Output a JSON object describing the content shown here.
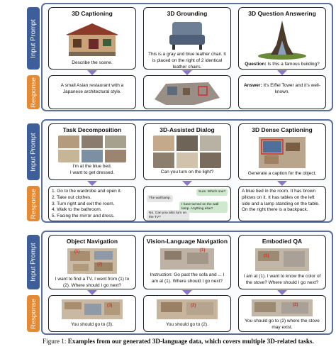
{
  "sections": {
    "prompt_label": "Input Prompt",
    "response_label": "Response"
  },
  "row1": [
    {
      "title": "3D Captioning",
      "prompt": "Describe the scene.",
      "response": "A small Asian restaurant with a Japanese architectural style."
    },
    {
      "title": "3D Grounding",
      "prompt": "This is a gray and blue leather chair. It is placed on the right of 2 identical leather chairs.",
      "response": ""
    },
    {
      "title": "3D Question Answering",
      "prompt_bold": "Question:",
      "prompt": " Is this a famous building?",
      "response_bold": "Answer:",
      "response": " It's Eiffel Tower and it's well-known."
    }
  ],
  "row2": [
    {
      "title": "Task Decomposition",
      "prompt_line1": "I'm at the blue bed.",
      "prompt_line2": "I want to get dressed.",
      "steps": [
        "1. Go to the wardrobe and open it.",
        "2. Take out clothes.",
        "3. Turn right and exit the room.",
        "4. Walk to the bathroom.",
        "5. Facing the mirror and dress."
      ]
    },
    {
      "title": "3D-Assisted Dialog",
      "prompt": "Can you turn on the light?",
      "dialog": [
        "Sure. Which one?",
        "The wall lamp.",
        "I have turned on the wall lamp. Anything else?",
        "No. Can you also turn on the TV?"
      ]
    },
    {
      "title": "3D Dense Captioning",
      "prompt": "Generate a caption for the object.",
      "response": "A blue bed in the room. It has brown pillows on it. It has tables on the left side and a lamp standing on the table. On the right there is a backpack."
    }
  ],
  "row3": [
    {
      "title": "Object Navigation",
      "prompt": "I want to find a TV. I went from (1) to (2). Where should I go next?",
      "response": "You should go to (3).",
      "markers": [
        "(1)",
        "(2)",
        "(3)"
      ]
    },
    {
      "title": "Vision-Language Navigation",
      "prompt": "Instruction: Go past the sofa and ... I am at (1). Where should I go next?",
      "response": "You should go to (2).",
      "markers": [
        "(1)",
        "(2)"
      ]
    },
    {
      "title": "Embodied QA",
      "prompt": "I am at (1). I want to know the color of the stove? Where should I go next?",
      "response": "You should go to (2) where the stove may exist.",
      "markers": [
        "(1)",
        "(2)"
      ]
    }
  ],
  "caption": {
    "prefix": "Figure 1: ",
    "bold": "Examples from our generated 3D-language data, which covers multiple 3D-related tasks."
  },
  "colors": {
    "frame": "#5b6f9a",
    "prompt_tab": "#3e5e99",
    "response_tab": "#e48a34",
    "arrow": "#8b78c9"
  }
}
